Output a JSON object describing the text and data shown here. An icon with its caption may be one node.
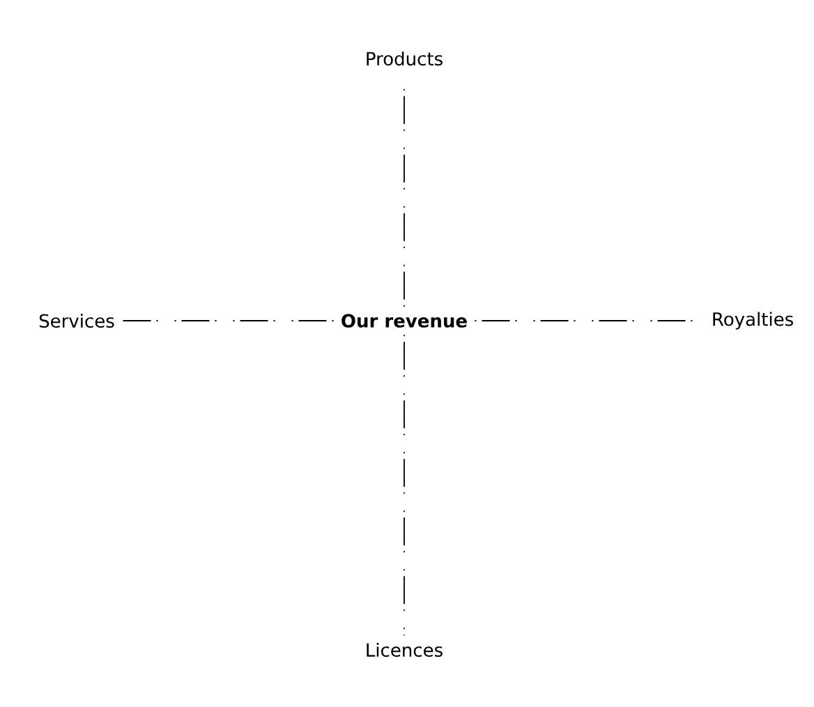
{
  "diagram": {
    "nodes": [
      {
        "text": [
          "Products"
        ]
      },
      {
        "text": [
          "Services"
        ]
      },
      {
        "text": [
          "Our revenue"
        ]
      },
      {
        "text": [
          "Royalties"
        ]
      },
      {
        "text": [
          "Licences"
        ]
      }
    ],
    "edges": [
      {
        "from": 2,
        "to": 0,
        "arrow": "none",
        "style": "dashed"
      },
      {
        "from": 2,
        "to": 1,
        "arrow": "none",
        "style": "dashed"
      },
      {
        "from": 2,
        "to": 3,
        "arrow": "none",
        "style": "dashed"
      },
      {
        "from": 2,
        "to": 4,
        "arrow": "none",
        "style": "dashed"
      }
    ]
  }
}
